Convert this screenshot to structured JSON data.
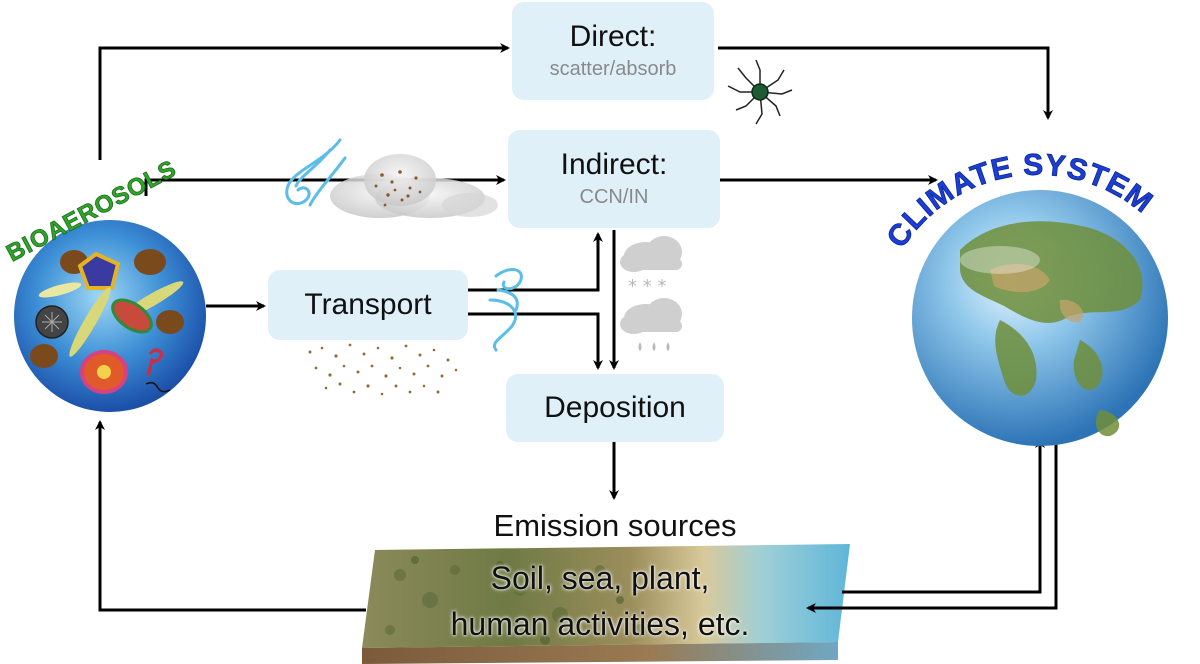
{
  "nodes": {
    "direct": {
      "title": "Direct:",
      "subtitle": "scatter/absorb"
    },
    "indirect": {
      "title": "Indirect:",
      "subtitle": "CCN/IN"
    },
    "transport": {
      "title": "Transport"
    },
    "deposition": {
      "title": "Deposition"
    },
    "emission": {
      "title": "Emission sources",
      "line1": "Soil, sea, plant,",
      "line2": "human activities, etc."
    },
    "bioaerosols": {
      "label": "BIOAEROSOLS"
    },
    "climate": {
      "label": "CLIMATE SYSTEM"
    }
  },
  "colors": {
    "box_fill": "#dff0f9",
    "bioaerosols_text": "#2fa52c",
    "climate_text": "#1b3fd6",
    "arrow": "#000000",
    "subtitle": "#8a8a8a"
  },
  "icons": [
    "wind-swirl-icon",
    "cloud-icon",
    "snow-cloud-icon",
    "rain-cloud-icon",
    "virus-particle-icon",
    "globe-icon",
    "terrain-block-icon"
  ]
}
